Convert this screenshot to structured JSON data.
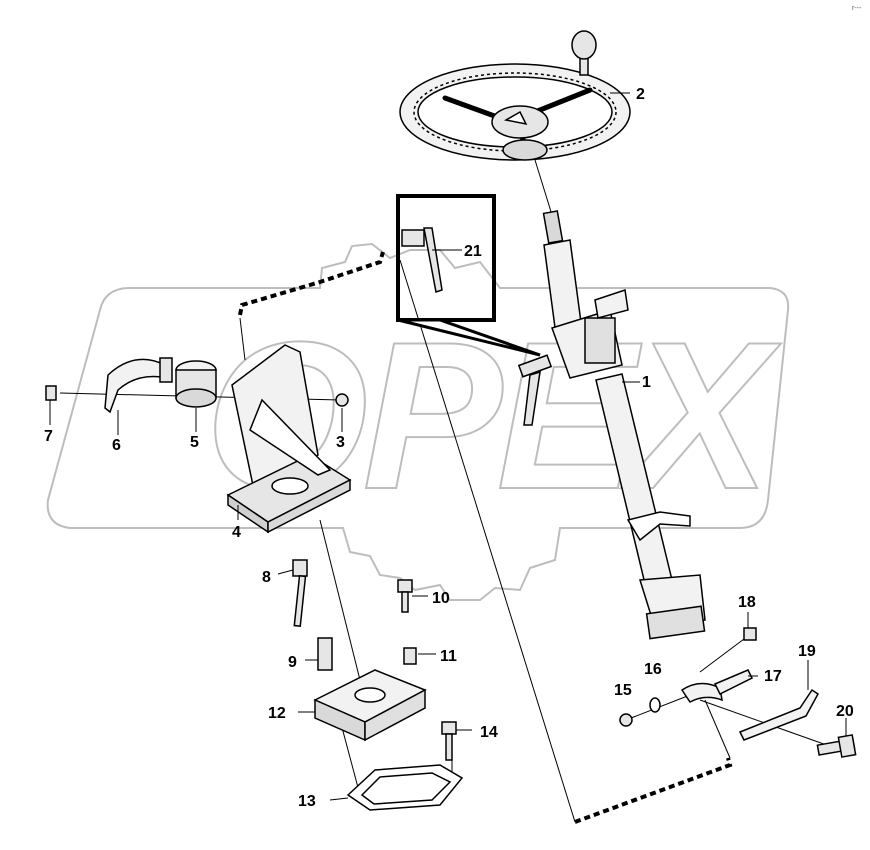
{
  "watermark": {
    "text": "OPEX",
    "color": "#bbbbbb"
  },
  "corner_mark": "r---",
  "colors": {
    "line": "#000000",
    "part_fill": "#f2f2f2",
    "part_shade": "#cfcfcf"
  },
  "callouts": [
    {
      "id": "1",
      "label": "1"
    },
    {
      "id": "2",
      "label": "2"
    },
    {
      "id": "3",
      "label": "3"
    },
    {
      "id": "4",
      "label": "4"
    },
    {
      "id": "5",
      "label": "5"
    },
    {
      "id": "6",
      "label": "6"
    },
    {
      "id": "7",
      "label": "7"
    },
    {
      "id": "8",
      "label": "8"
    },
    {
      "id": "9",
      "label": "9"
    },
    {
      "id": "10",
      "label": "10"
    },
    {
      "id": "11",
      "label": "11"
    },
    {
      "id": "12",
      "label": "12"
    },
    {
      "id": "13",
      "label": "13"
    },
    {
      "id": "14",
      "label": "14"
    },
    {
      "id": "15",
      "label": "15"
    },
    {
      "id": "16",
      "label": "16"
    },
    {
      "id": "17",
      "label": "17"
    },
    {
      "id": "18",
      "label": "18"
    },
    {
      "id": "19",
      "label": "19"
    },
    {
      "id": "20",
      "label": "20"
    },
    {
      "id": "21",
      "label": "21"
    }
  ]
}
